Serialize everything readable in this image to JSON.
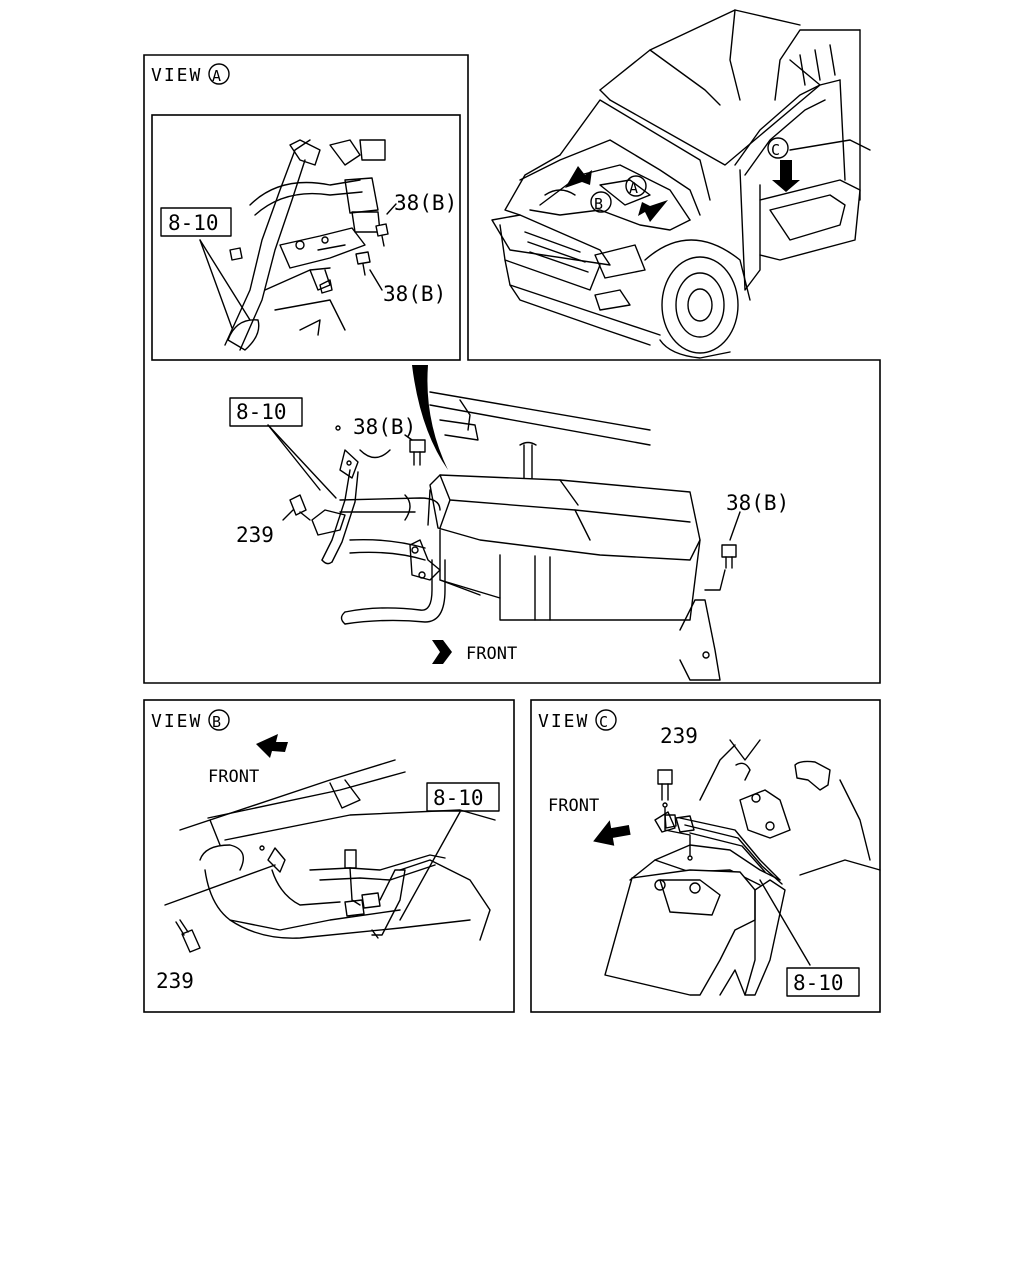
{
  "panels": {
    "view_a": {
      "title": "VIEW",
      "circle_letter": "A",
      "callouts": {
        "harness": "8-10",
        "bolt_upper": "38(B)",
        "bolt_lower": "38(B)"
      }
    },
    "vehicle": {
      "markers": {
        "a": "A",
        "b": "B",
        "c": "C"
      }
    },
    "main_detail": {
      "callouts": {
        "harness": "8-10",
        "bolt_top": "38(B)",
        "bolt_right": "38(B)",
        "bolt_left": "239"
      },
      "front_label": "FRONT"
    },
    "view_b": {
      "title": "VIEW",
      "circle_letter": "B",
      "front_label": "FRONT",
      "callouts": {
        "harness": "8-10",
        "bolt": "239"
      }
    },
    "view_c": {
      "title": "VIEW",
      "circle_letter": "C",
      "front_label": "FRONT",
      "callouts": {
        "harness": "8-10",
        "bolt": "239"
      }
    }
  }
}
